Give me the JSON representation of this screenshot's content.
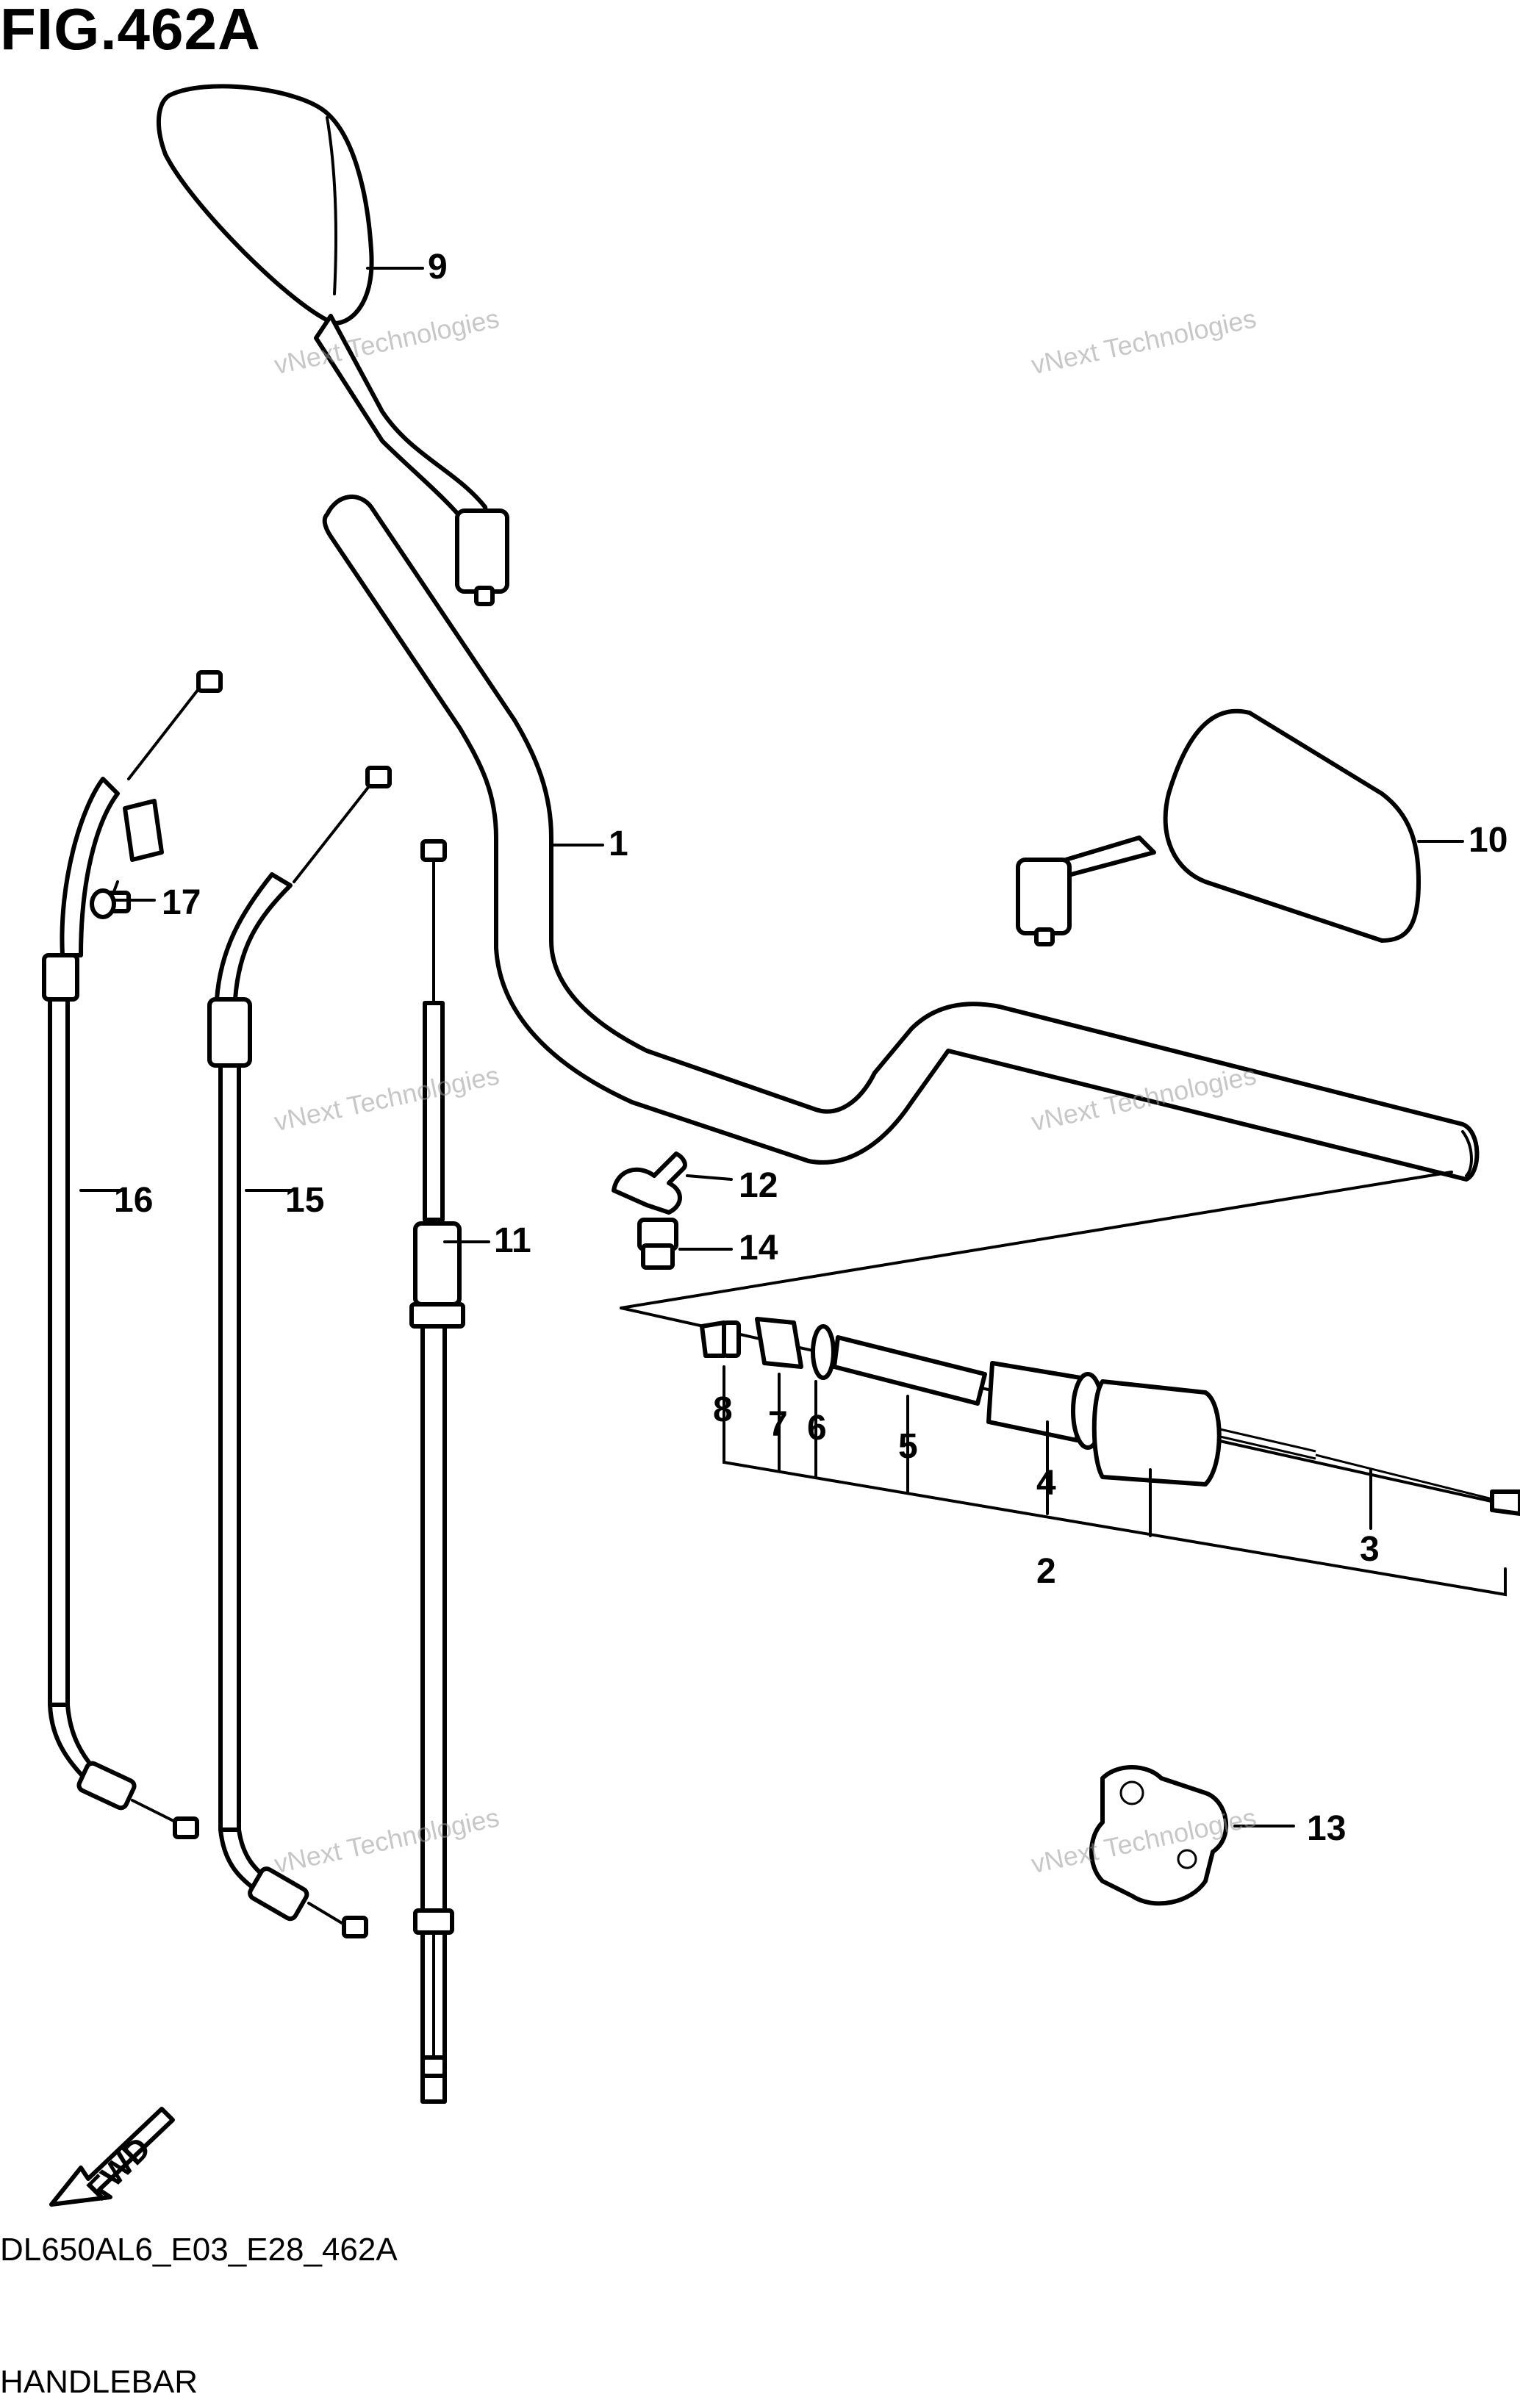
{
  "figure": {
    "title": "FIG.462A",
    "code": "DL650AL6_E03_E28_462A",
    "name": "HANDLEBAR"
  },
  "watermark": {
    "line1": "vNext Technologies",
    "line2": "vNext Technologies"
  },
  "callouts": [
    {
      "id": "c1",
      "label": "1"
    },
    {
      "id": "c2",
      "label": "2"
    },
    {
      "id": "c3",
      "label": "3"
    },
    {
      "id": "c4",
      "label": "4"
    },
    {
      "id": "c5",
      "label": "5"
    },
    {
      "id": "c6",
      "label": "6"
    },
    {
      "id": "c7",
      "label": "7"
    },
    {
      "id": "c8",
      "label": "8"
    },
    {
      "id": "c9",
      "label": "9"
    },
    {
      "id": "c10",
      "label": "10"
    },
    {
      "id": "c11",
      "label": "11"
    },
    {
      "id": "c12",
      "label": "12"
    },
    {
      "id": "c13",
      "label": "13"
    },
    {
      "id": "c14",
      "label": "14"
    },
    {
      "id": "c15",
      "label": "15"
    },
    {
      "id": "c16",
      "label": "16"
    },
    {
      "id": "c17",
      "label": "17"
    }
  ],
  "fwd_label": "FWD"
}
